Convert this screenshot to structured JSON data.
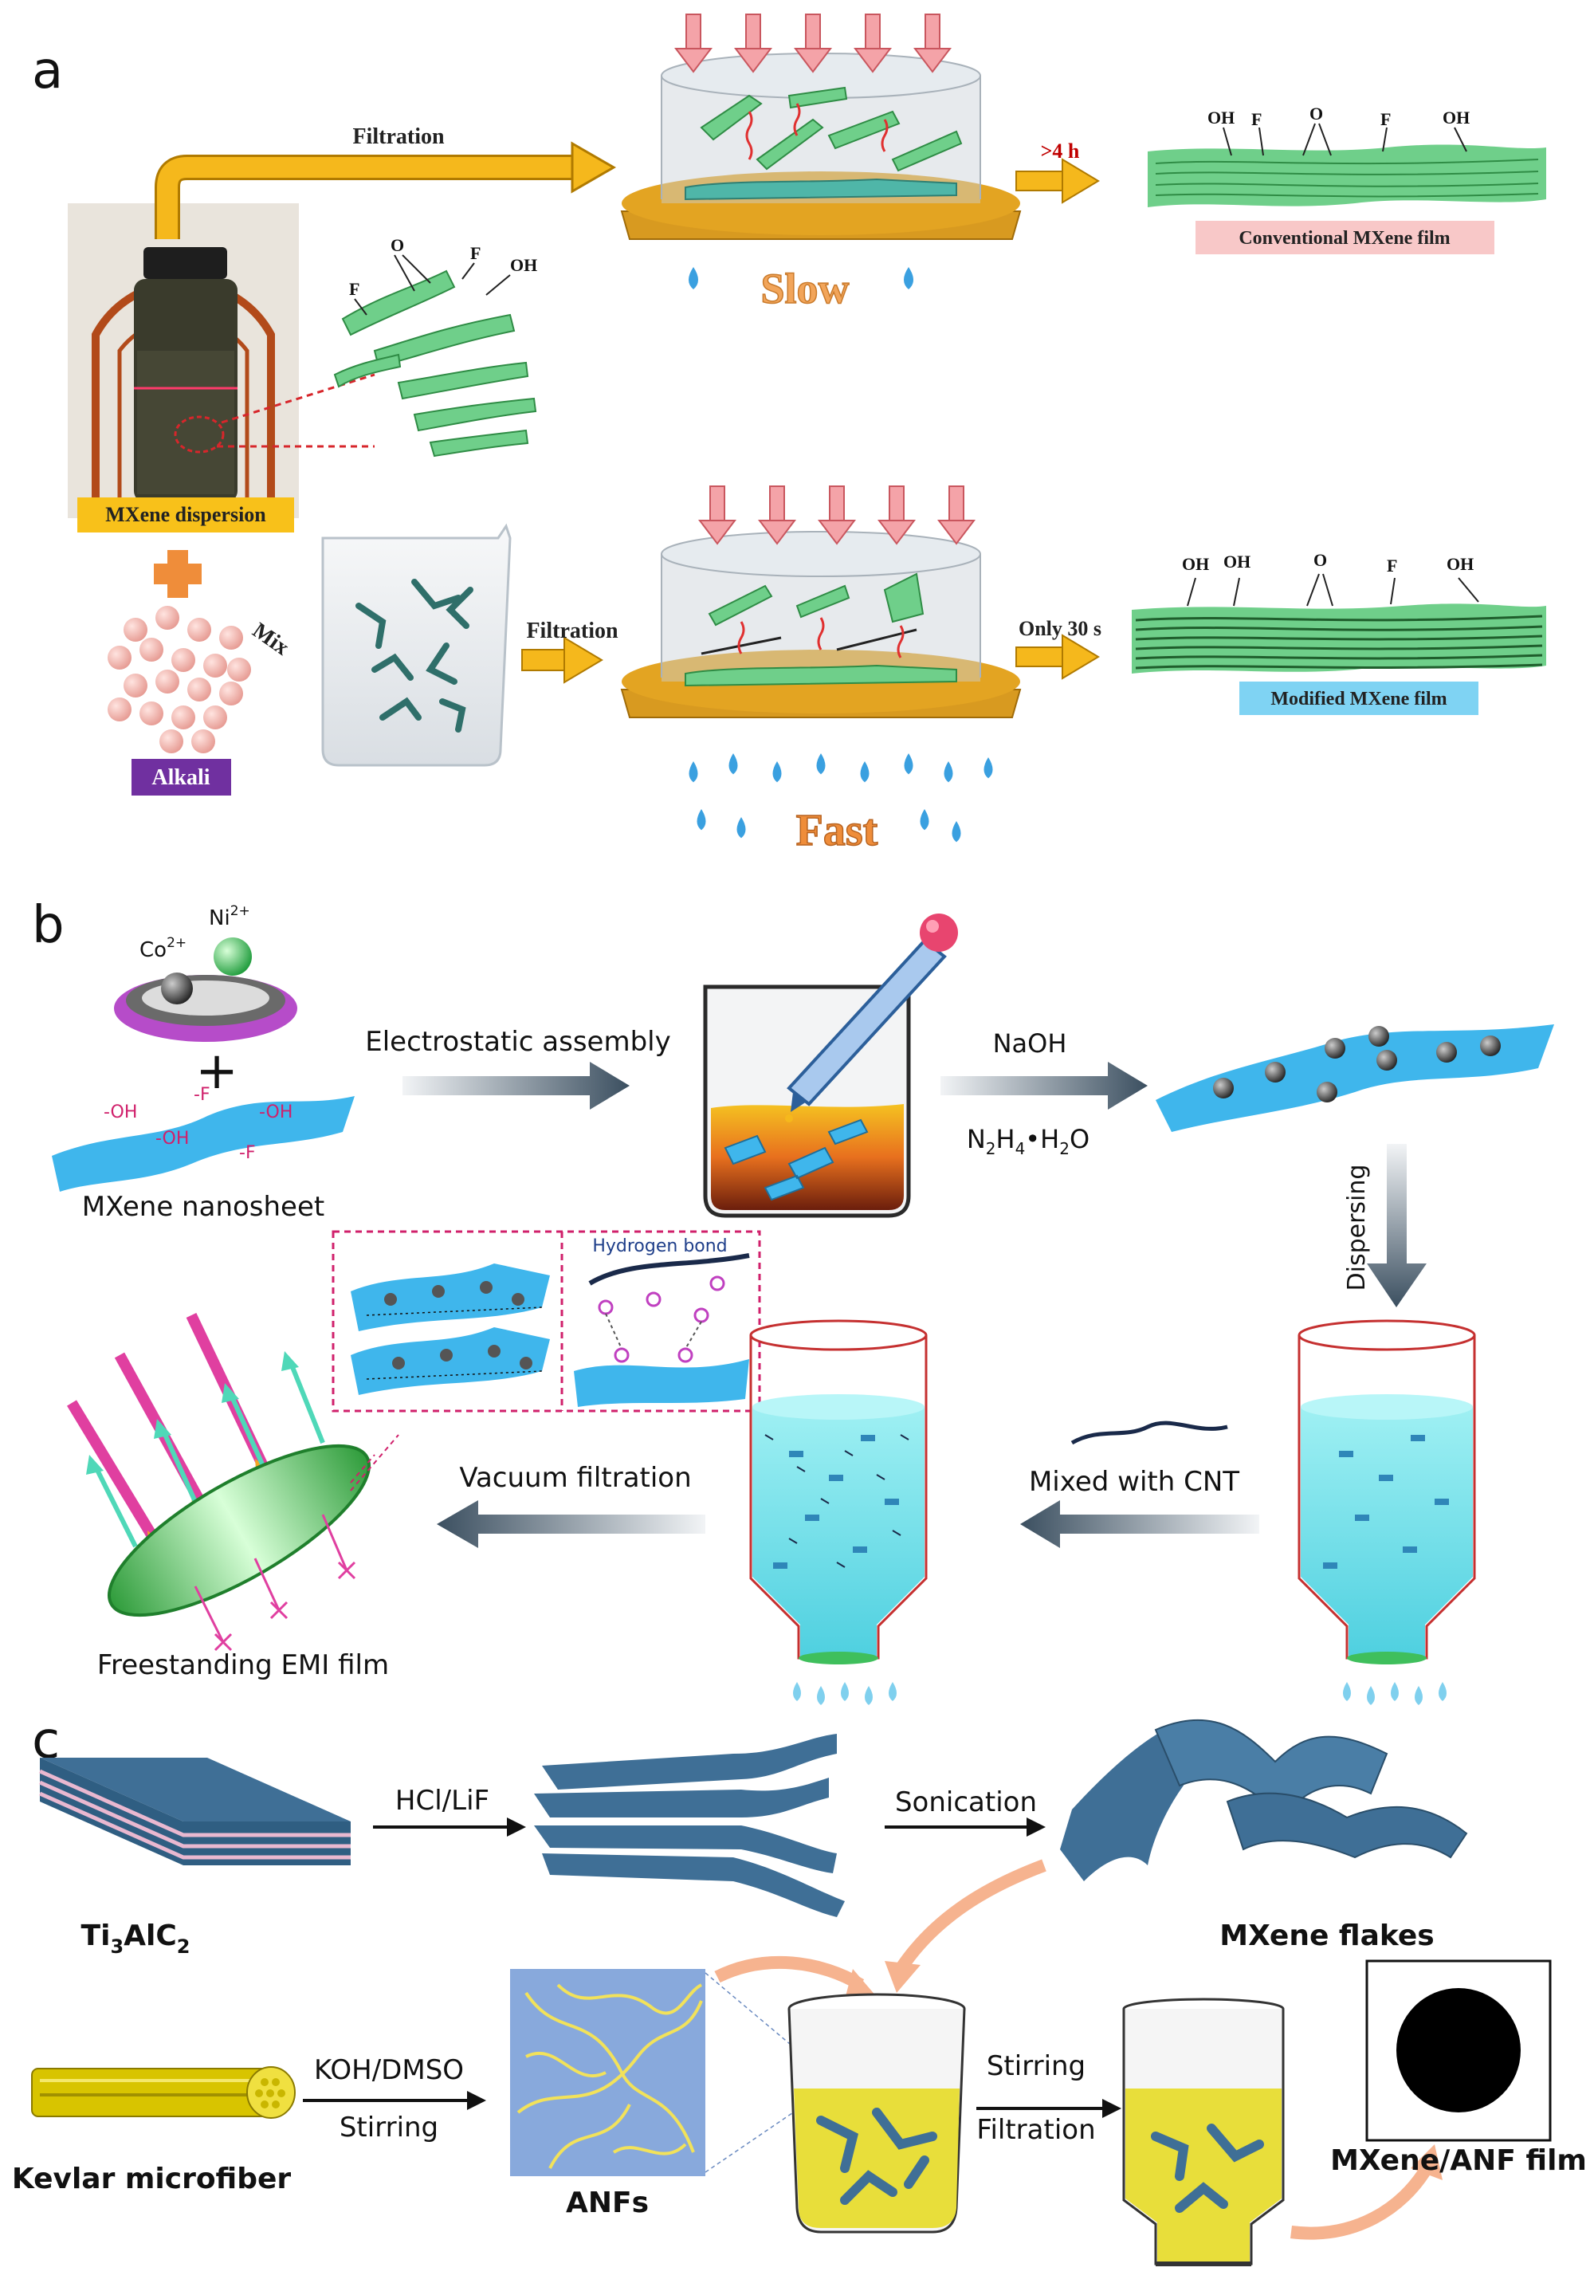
{
  "panels": {
    "a": {
      "letter": "a",
      "filtration_top": "Filtration",
      "slow_label": "Slow",
      "time_top": ">4 h",
      "conventional_label": "Conventional MXene film",
      "groups_top": [
        "OH",
        "F",
        "O",
        "F",
        "OH"
      ],
      "flake_groups": [
        "O",
        "F",
        "OH",
        "F"
      ],
      "dispersion_label": "MXene dispersion",
      "mix_label": "Mix",
      "alkali_label": "Alkali",
      "filtration_bottom": "Filtration",
      "time_bottom": "Only 30 s",
      "fast_label": "Fast",
      "modified_label": "Modified MXene film",
      "groups_bottom": [
        "OH",
        "OH",
        "O",
        "F",
        "OH"
      ]
    },
    "b": {
      "letter": "b",
      "ion_co": "Co",
      "ion_co_sup": "2+",
      "ion_ni": "Ni",
      "ion_ni_sup": "2+",
      "plus": "+",
      "sheet_groups": [
        "-OH",
        "-F",
        "-OH",
        "-OH",
        "-F"
      ],
      "nanosheet_label": "MXene nanosheet",
      "electrostatic_label": "Electrostatic assembly",
      "naoh_label": "NaOH",
      "hydrazine_main": "N",
      "hydrazine_sub1": "2",
      "hydrazine_mid": "H",
      "hydrazine_sub2": "4",
      "hydrazine_rest": "•H",
      "hydrazine_sub3": "2",
      "hydrazine_end": "O",
      "dispersing_label": "Dispersing",
      "hbond_label": "Hydrogen bond",
      "cnt_label": "Mixed with CNT",
      "vacuum_label": "Vacuum filtration",
      "emi_label": "Freestanding EMI film"
    },
    "c": {
      "letter": "c",
      "ti_main": "Ti",
      "ti_sub1": "3",
      "ti_mid": "AlC",
      "ti_sub2": "2",
      "hcl_label": "HCl/LiF",
      "sonication_label": "Sonication",
      "flakes_label": "MXene flakes",
      "koh_label": "KOH/DMSO",
      "stirring_label": "Stirring",
      "kevlar_label": "Kevlar microfiber",
      "anf_label": "ANFs",
      "stirring2_label": "Stirring",
      "filtration_label": "Filtration",
      "film_label": "MXene/ANF film"
    }
  },
  "colors": {
    "arrow_orange": "#f5b81c",
    "mxene_green": "#6fcf8a",
    "slow_orange": "#f2a55a",
    "fast_orange": "#ef8d3a",
    "water_blue": "#3aa0e0",
    "dispersion_box": "#f8c11a",
    "alkali_box": "#7030a0",
    "conventional_box": "#f8c8c8",
    "modified_box": "#7fd3f3",
    "sheet_blue": "#3fb6ec",
    "layer_blue": "#3f6f96",
    "anf_bg": "#88a9dc",
    "kevlar_yellow": "#d8c400"
  }
}
